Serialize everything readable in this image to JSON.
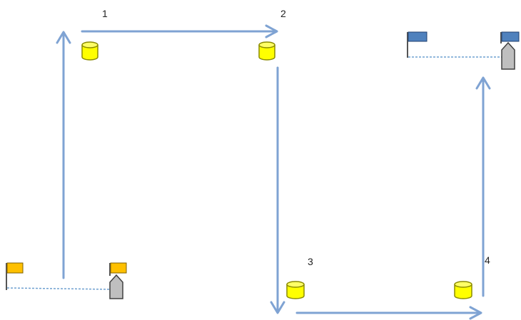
{
  "marks": [
    {
      "id": "mark-1",
      "label": "1"
    },
    {
      "id": "mark-2",
      "label": "2"
    },
    {
      "id": "mark-3",
      "label": "3"
    },
    {
      "id": "mark-4",
      "label": "4"
    }
  ],
  "legs": [
    {
      "from": "start-line",
      "to": "mark-1",
      "direction": "upwind"
    },
    {
      "from": "mark-1",
      "to": "mark-2",
      "direction": "reach"
    },
    {
      "from": "mark-2",
      "to": "mark-3",
      "direction": "downwind"
    },
    {
      "from": "mark-3",
      "to": "mark-4",
      "direction": "reach"
    },
    {
      "from": "mark-4",
      "to": "finish-line",
      "direction": "upwind"
    }
  ],
  "start_line": {
    "flag_color": "#FFC000",
    "line_style": "dashed"
  },
  "finish_line": {
    "flag_color": "#4F81BD",
    "line_style": "dashed"
  },
  "colors": {
    "course_arrow": "#7FA3D3",
    "buoy_fill": "#FFFF00",
    "buoy_stroke": "#8C8C00",
    "committee_boat": "#BFBFBF",
    "start_flag": "#FFC000",
    "finish_flag": "#4F81BD",
    "dashed_line": "#6FA0D0"
  }
}
